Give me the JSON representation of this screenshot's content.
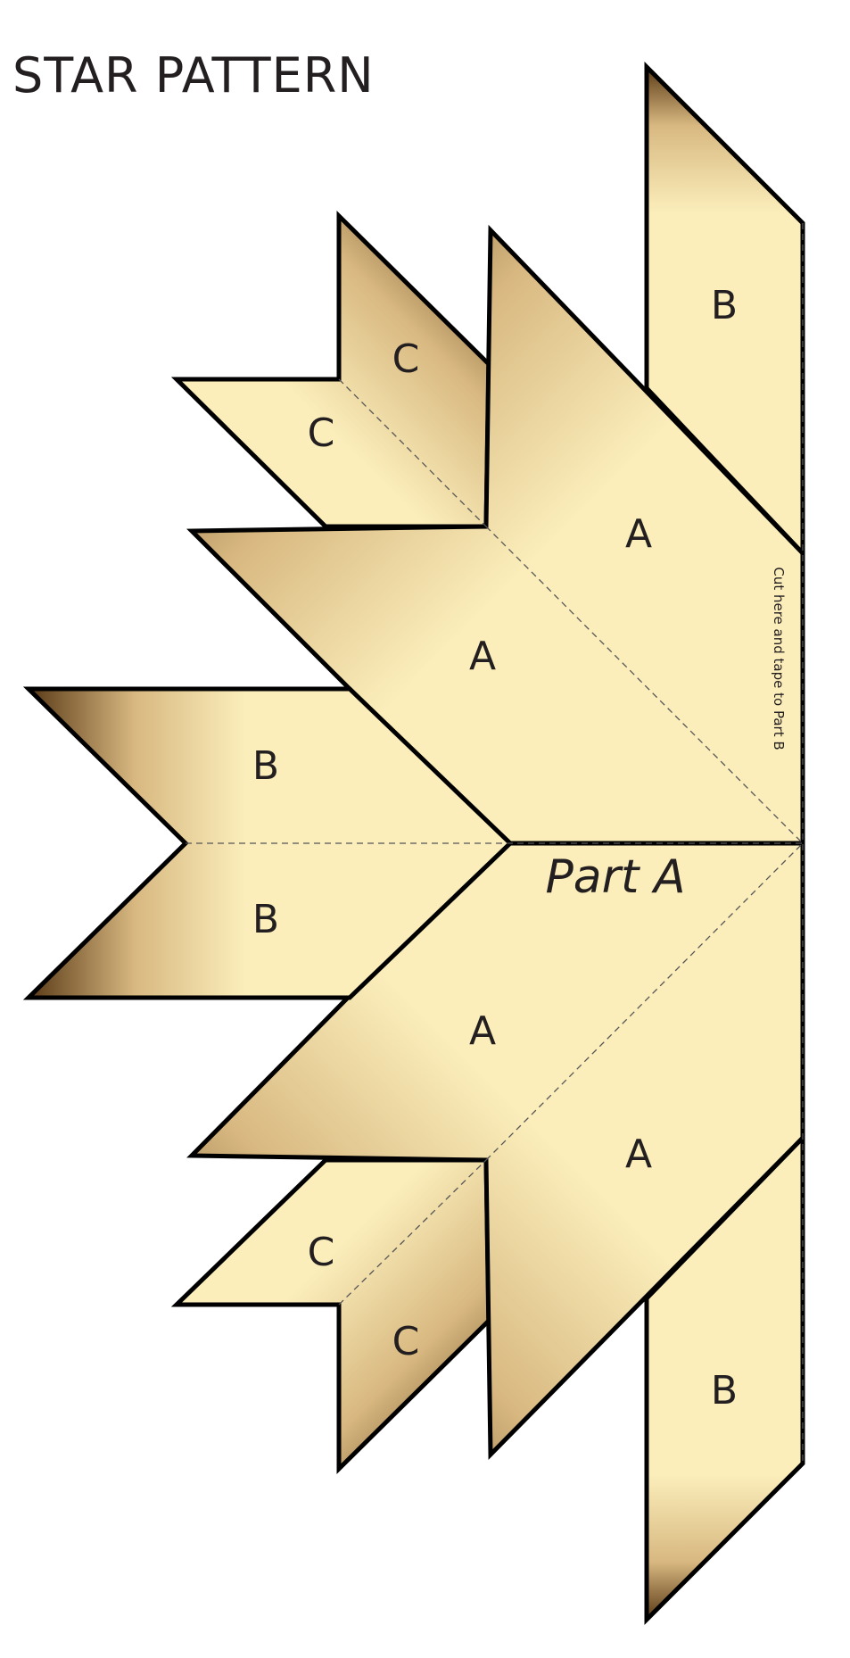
{
  "title": "STAR PATTERN",
  "part_label": "Part A",
  "cut_note": "Cut here and tape to Part B",
  "labels": {
    "b_top_right": "B",
    "c_top_1": "C",
    "c_top_2": "C",
    "a_top_right": "A",
    "a_top_left": "A",
    "b_left_upper": "B",
    "b_left_lower": "B",
    "a_bottom_left": "A",
    "a_bottom_right": "A",
    "c_bottom_1": "C",
    "c_bottom_2": "C",
    "b_bottom_right": "B"
  },
  "colors": {
    "paper_light": "#fbeebb",
    "paper_mid": "#d8b880",
    "paper_dark": "#5a3a16",
    "outline": "#000000"
  }
}
